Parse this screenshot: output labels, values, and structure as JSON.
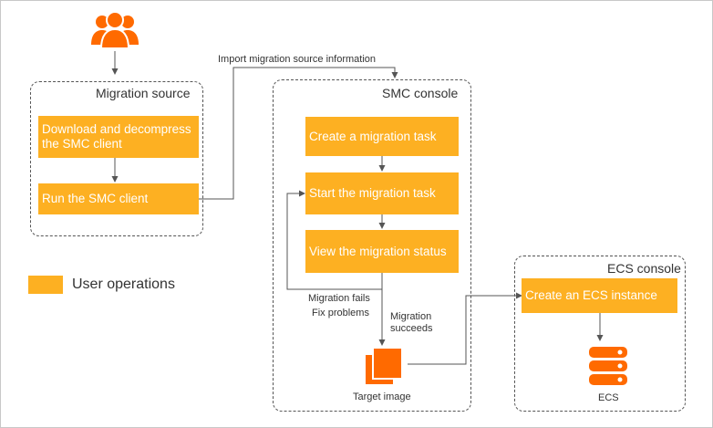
{
  "regions": {
    "migration_source": "Migration source",
    "smc_console": "SMC console",
    "ecs_console": "ECS console"
  },
  "steps": {
    "download_client": "Download and decompress the SMC client",
    "run_client": "Run the SMC client",
    "create_task": "Create a migration task",
    "start_task": "Start the migration task",
    "view_status": "View the migration status",
    "create_instance": "Create an ECS instance"
  },
  "labels": {
    "import_info": "Import migration source information",
    "migration_fails": "Migration fails",
    "fix_problems": "Fix problems",
    "migration_succeeds": "Migration succeeds",
    "target_image": "Target image",
    "ecs": "ECS"
  },
  "legend": {
    "user_operations": "User operations"
  },
  "colors": {
    "step_fill": "#fdb022",
    "icon_orange": "#ff6a00",
    "line": "#555555"
  },
  "icons": {
    "users": "users-icon",
    "target_image": "image-stack-icon",
    "ecs": "server-icon"
  }
}
